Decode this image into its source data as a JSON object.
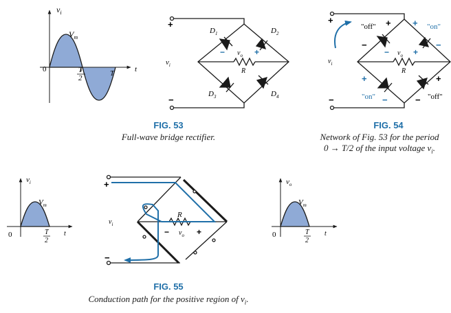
{
  "colors": {
    "wave_fill": "#8faad6",
    "wire": "#1a1a1a",
    "accent": "#1f6fa8",
    "path": "#1f6fa8"
  },
  "common": {
    "vi": "v",
    "vi_sub": "i",
    "vo": "v",
    "vo_sub": "o",
    "vm": "V",
    "vm_sub": "m",
    "zero": "0",
    "half_T_num": "T",
    "half_T_den": "2",
    "T": "T",
    "t": "t",
    "R": "R",
    "plus": "+",
    "minus": "−"
  },
  "fig53": {
    "title": "FIG. 53",
    "caption": "Full-wave bridge rectifier.",
    "diodes": {
      "d1": "D",
      "d1_sub": "1",
      "d2": "D",
      "d2_sub": "2",
      "d3": "D",
      "d3_sub": "3",
      "d4": "D",
      "d4_sub": "4"
    }
  },
  "fig54": {
    "title": "FIG. 54",
    "caption_line1": "Network of Fig. 53 for the period",
    "caption_line2": "0 → T/2 of the input voltage v",
    "caption_sub": "i",
    "caption_end": ".",
    "off": "\"off\"",
    "on": "\"on\""
  },
  "fig55": {
    "title": "FIG. 55",
    "caption": "Conduction path for the positive region of v",
    "caption_sub": "i",
    "caption_end": "."
  }
}
